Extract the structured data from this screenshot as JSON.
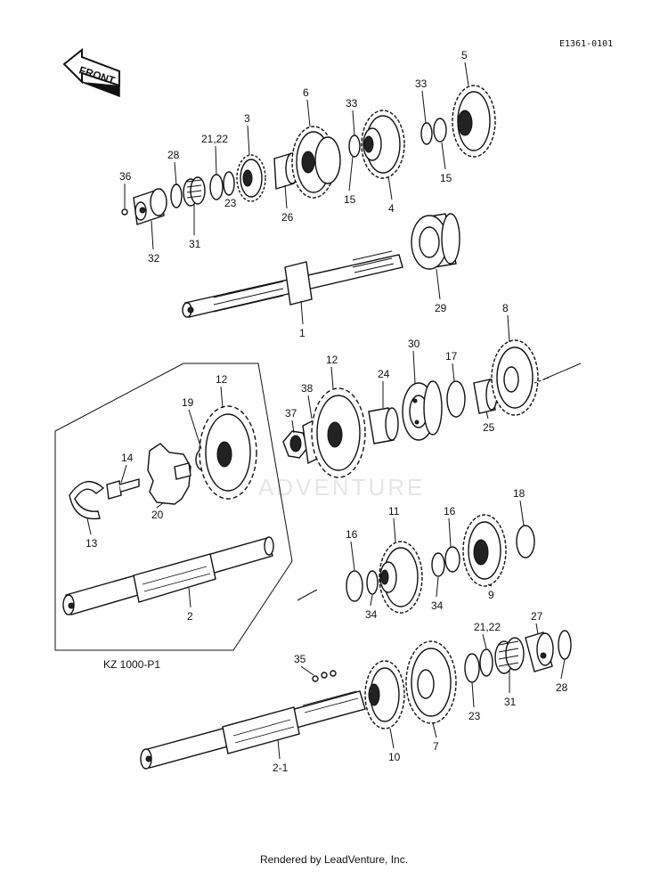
{
  "diagram_code": "E1361-0101",
  "front_label": "FRONT",
  "model_label": "KZ 1000-P1",
  "watermark": "ADVENTURE",
  "footer": "Rendered by LeadVenture, Inc.",
  "callouts": {
    "c36": "36",
    "c28a": "28",
    "c2122a": "21,22",
    "c3": "3",
    "c6": "6",
    "c33a": "33",
    "c33b": "33",
    "c5": "5",
    "c15a": "15",
    "c15b": "15",
    "c4": "4",
    "c26": "26",
    "c23a": "23",
    "c31a": "31",
    "c32": "32",
    "c29": "29",
    "c1": "1",
    "c8": "8",
    "c30": "30",
    "c17": "17",
    "c24": "24",
    "c12a": "12",
    "c38": "38",
    "c37": "37",
    "c25": "25",
    "c12b": "12",
    "c19": "19",
    "c14": "14",
    "c20": "20",
    "c13": "13",
    "c2": "2",
    "c18": "18",
    "c11": "11",
    "c16a": "16",
    "c16b": "16",
    "c34a": "34",
    "c34b": "34",
    "c9": "9",
    "c35": "35",
    "c2122b": "21,22",
    "c27": "27",
    "c23b": "23",
    "c31b": "31",
    "c28b": "28",
    "c10": "10",
    "c7": "7",
    "c21": "2-1"
  }
}
